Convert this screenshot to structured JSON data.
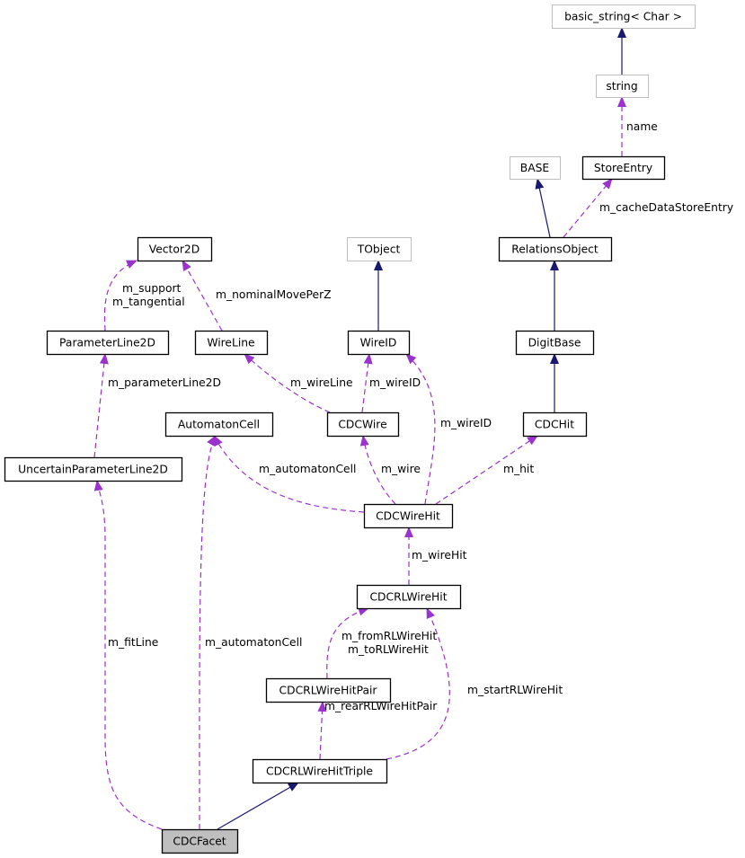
{
  "colors": {
    "inheritance": "#191970",
    "member": "#9a32cd",
    "focus_fill": "#bfbfbf",
    "external_border": "#bfbfbf",
    "node_border": "#000000"
  },
  "nodes": [
    {
      "id": "basic_string",
      "label": "basic_string< Char >",
      "external": true
    },
    {
      "id": "string",
      "label": "string",
      "external": true
    },
    {
      "id": "StoreEntry",
      "label": "StoreEntry"
    },
    {
      "id": "BASE",
      "label": "BASE",
      "external": true
    },
    {
      "id": "RelationsObject",
      "label": "RelationsObject"
    },
    {
      "id": "TObject",
      "label": "TObject",
      "external": true
    },
    {
      "id": "Vector2D",
      "label": "Vector2D"
    },
    {
      "id": "ParameterLine2D",
      "label": "ParameterLine2D"
    },
    {
      "id": "WireLine",
      "label": "WireLine"
    },
    {
      "id": "WireID",
      "label": "WireID"
    },
    {
      "id": "DigitBase",
      "label": "DigitBase"
    },
    {
      "id": "AutomatonCell",
      "label": "AutomatonCell"
    },
    {
      "id": "CDCWire",
      "label": "CDCWire"
    },
    {
      "id": "CDCHit",
      "label": "CDCHit"
    },
    {
      "id": "UncertainParameterLine2D",
      "label": "UncertainParameterLine2D"
    },
    {
      "id": "CDCWireHit",
      "label": "CDCWireHit"
    },
    {
      "id": "CDCRLWireHit",
      "label": "CDCRLWireHit"
    },
    {
      "id": "CDCRLWireHitPair",
      "label": "CDCRLWireHitPair"
    },
    {
      "id": "CDCRLWireHitTriple",
      "label": "CDCRLWireHitTriple"
    },
    {
      "id": "CDCFacet",
      "label": "CDCFacet",
      "focus": true
    }
  ],
  "edges": [
    {
      "from": "string",
      "to": "basic_string",
      "kind": "inheritance",
      "labels": []
    },
    {
      "from": "StoreEntry",
      "to": "string",
      "kind": "member",
      "labels": [
        "name"
      ]
    },
    {
      "from": "RelationsObject",
      "to": "BASE",
      "kind": "inheritance",
      "labels": []
    },
    {
      "from": "RelationsObject",
      "to": "StoreEntry",
      "kind": "member",
      "labels": [
        "m_cacheDataStoreEntry"
      ]
    },
    {
      "from": "DigitBase",
      "to": "RelationsObject",
      "kind": "inheritance",
      "labels": []
    },
    {
      "from": "CDCHit",
      "to": "DigitBase",
      "kind": "inheritance",
      "labels": []
    },
    {
      "from": "WireID",
      "to": "TObject",
      "kind": "inheritance",
      "labels": []
    },
    {
      "from": "ParameterLine2D",
      "to": "Vector2D",
      "kind": "member",
      "labels": [
        "m_support",
        "m_tangential"
      ]
    },
    {
      "from": "WireLine",
      "to": "Vector2D",
      "kind": "member",
      "labels": [
        "m_nominalMovePerZ"
      ]
    },
    {
      "from": "CDCWire",
      "to": "WireLine",
      "kind": "member",
      "labels": [
        "m_wireLine"
      ]
    },
    {
      "from": "CDCWire",
      "to": "WireID",
      "kind": "member",
      "labels": [
        "m_wireID"
      ]
    },
    {
      "from": "CDCWireHit",
      "to": "WireID",
      "kind": "member",
      "labels": [
        "m_wireID"
      ]
    },
    {
      "from": "CDCWireHit",
      "to": "CDCWire",
      "kind": "member",
      "labels": [
        "m_wire"
      ]
    },
    {
      "from": "CDCWireHit",
      "to": "AutomatonCell",
      "kind": "member",
      "labels": [
        "m_automatonCell"
      ]
    },
    {
      "from": "CDCWireHit",
      "to": "CDCHit",
      "kind": "member",
      "labels": [
        "m_hit"
      ]
    },
    {
      "from": "CDCRLWireHit",
      "to": "CDCWireHit",
      "kind": "member",
      "labels": [
        "m_wireHit"
      ]
    },
    {
      "from": "CDCRLWireHitPair",
      "to": "CDCRLWireHit",
      "kind": "member",
      "labels": [
        "m_fromRLWireHit",
        "m_toRLWireHit"
      ]
    },
    {
      "from": "CDCRLWireHitTriple",
      "to": "CDCRLWireHit",
      "kind": "member",
      "labels": [
        "m_startRLWireHit"
      ]
    },
    {
      "from": "CDCRLWireHitTriple",
      "to": "CDCRLWireHitPair",
      "kind": "member",
      "labels": [
        "m_rearRLWireHitPair"
      ]
    },
    {
      "from": "CDCFacet",
      "to": "CDCRLWireHitTriple",
      "kind": "inheritance",
      "labels": []
    },
    {
      "from": "CDCFacet",
      "to": "AutomatonCell",
      "kind": "member",
      "labels": [
        "m_automatonCell"
      ]
    },
    {
      "from": "CDCFacet",
      "to": "UncertainParameterLine2D",
      "kind": "member",
      "labels": [
        "m_fitLine"
      ]
    },
    {
      "from": "UncertainParameterLine2D",
      "to": "ParameterLine2D",
      "kind": "member",
      "labels": [
        "m_parameterLine2D"
      ]
    }
  ]
}
